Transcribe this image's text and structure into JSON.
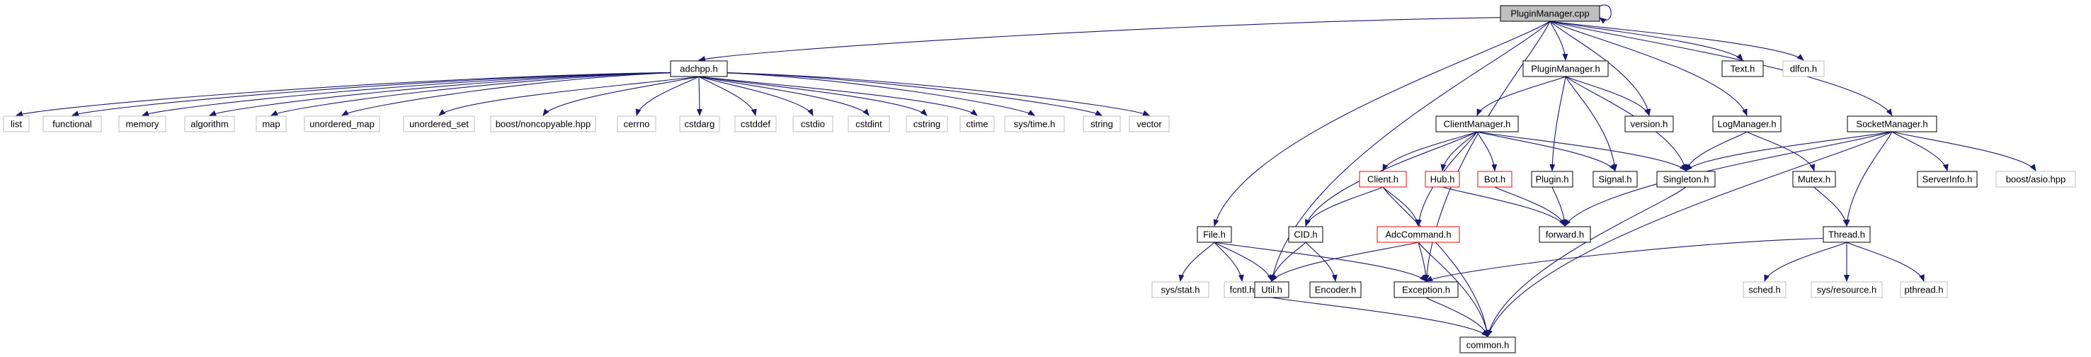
{
  "title": "PluginManager.cpp",
  "colors": {
    "edge": "#191970",
    "border_normal": "#000000",
    "border_external": "#bfbfbf",
    "border_undocumented": "#ff0000",
    "fill_root": "#bfbfbf",
    "fill_normal": "#ffffff",
    "text": "#000000"
  },
  "nodes": [
    {
      "id": "PluginManager_cpp",
      "label": "PluginManager.cpp",
      "kind": "root"
    },
    {
      "id": "adchpp_h",
      "label": "adchpp.h",
      "kind": "normal"
    },
    {
      "id": "list",
      "label": "list",
      "kind": "external"
    },
    {
      "id": "functional",
      "label": "functional",
      "kind": "external"
    },
    {
      "id": "memory",
      "label": "memory",
      "kind": "external"
    },
    {
      "id": "algorithm",
      "label": "algorithm",
      "kind": "external"
    },
    {
      "id": "map",
      "label": "map",
      "kind": "external"
    },
    {
      "id": "unordered_map",
      "label": "unordered_map",
      "kind": "external"
    },
    {
      "id": "unordered_set",
      "label": "unordered_set",
      "kind": "external"
    },
    {
      "id": "boost_noncopyable",
      "label": "boost/noncopyable.hpp",
      "kind": "external"
    },
    {
      "id": "cerrno",
      "label": "cerrno",
      "kind": "external"
    },
    {
      "id": "cstdarg",
      "label": "cstdarg",
      "kind": "external"
    },
    {
      "id": "cstddef",
      "label": "cstddef",
      "kind": "external"
    },
    {
      "id": "cstdio",
      "label": "cstdio",
      "kind": "external"
    },
    {
      "id": "cstdint",
      "label": "cstdint",
      "kind": "external"
    },
    {
      "id": "cstring",
      "label": "cstring",
      "kind": "external"
    },
    {
      "id": "ctime",
      "label": "ctime",
      "kind": "external"
    },
    {
      "id": "sys_time_h",
      "label": "sys/time.h",
      "kind": "external"
    },
    {
      "id": "string",
      "label": "string",
      "kind": "external"
    },
    {
      "id": "vector",
      "label": "vector",
      "kind": "external"
    },
    {
      "id": "PluginManager_h",
      "label": "PluginManager.h",
      "kind": "normal"
    },
    {
      "id": "Text_h",
      "label": "Text.h",
      "kind": "normal"
    },
    {
      "id": "dlfcn_h",
      "label": "dlfcn.h",
      "kind": "external"
    },
    {
      "id": "ClientManager_h",
      "label": "ClientManager.h",
      "kind": "normal"
    },
    {
      "id": "version_h",
      "label": "version.h",
      "kind": "normal"
    },
    {
      "id": "LogManager_h",
      "label": "LogManager.h",
      "kind": "normal"
    },
    {
      "id": "SocketManager_h",
      "label": "SocketManager.h",
      "kind": "normal"
    },
    {
      "id": "Client_h",
      "label": "Client.h",
      "kind": "undocumented"
    },
    {
      "id": "Hub_h",
      "label": "Hub.h",
      "kind": "undocumented"
    },
    {
      "id": "Bot_h",
      "label": "Bot.h",
      "kind": "undocumented"
    },
    {
      "id": "Plugin_h",
      "label": "Plugin.h",
      "kind": "normal"
    },
    {
      "id": "Signal_h",
      "label": "Signal.h",
      "kind": "normal"
    },
    {
      "id": "Singleton_h",
      "label": "Singleton.h",
      "kind": "normal"
    },
    {
      "id": "Mutex_h",
      "label": "Mutex.h",
      "kind": "normal"
    },
    {
      "id": "ServerInfo_h",
      "label": "ServerInfo.h",
      "kind": "normal"
    },
    {
      "id": "boost_asio",
      "label": "boost/asio.hpp",
      "kind": "external"
    },
    {
      "id": "File_h",
      "label": "File.h",
      "kind": "normal"
    },
    {
      "id": "CID_h",
      "label": "CID.h",
      "kind": "normal"
    },
    {
      "id": "AdcCommand_h",
      "label": "AdcCommand.h",
      "kind": "undocumented"
    },
    {
      "id": "forward_h",
      "label": "forward.h",
      "kind": "normal"
    },
    {
      "id": "Thread_h",
      "label": "Thread.h",
      "kind": "normal"
    },
    {
      "id": "sys_stat_h",
      "label": "sys/stat.h",
      "kind": "external"
    },
    {
      "id": "fcntl_h",
      "label": "fcntl.h",
      "kind": "external"
    },
    {
      "id": "Util_h",
      "label": "Util.h",
      "kind": "normal"
    },
    {
      "id": "Encoder_h",
      "label": "Encoder.h",
      "kind": "normal"
    },
    {
      "id": "Exception_h",
      "label": "Exception.h",
      "kind": "normal"
    },
    {
      "id": "sched_h",
      "label": "sched.h",
      "kind": "external"
    },
    {
      "id": "sys_resource_h",
      "label": "sys/resource.h",
      "kind": "external"
    },
    {
      "id": "pthread_h",
      "label": "pthread.h",
      "kind": "external"
    },
    {
      "id": "common_h",
      "label": "common.h",
      "kind": "normal"
    }
  ],
  "edges": [
    [
      "PluginManager_cpp",
      "PluginManager_cpp"
    ],
    [
      "PluginManager_cpp",
      "adchpp_h"
    ],
    [
      "PluginManager_cpp",
      "PluginManager_h"
    ],
    [
      "PluginManager_cpp",
      "Text_h"
    ],
    [
      "PluginManager_cpp",
      "dlfcn_h"
    ],
    [
      "PluginManager_cpp",
      "version_h"
    ],
    [
      "PluginManager_cpp",
      "LogManager_h"
    ],
    [
      "PluginManager_cpp",
      "SocketManager_h"
    ],
    [
      "PluginManager_cpp",
      "File_h"
    ],
    [
      "PluginManager_cpp",
      "Util_h"
    ],
    [
      "PluginManager_cpp",
      "Exception_h"
    ],
    [
      "adchpp_h",
      "list"
    ],
    [
      "adchpp_h",
      "functional"
    ],
    [
      "adchpp_h",
      "memory"
    ],
    [
      "adchpp_h",
      "algorithm"
    ],
    [
      "adchpp_h",
      "map"
    ],
    [
      "adchpp_h",
      "unordered_map"
    ],
    [
      "adchpp_h",
      "unordered_set"
    ],
    [
      "adchpp_h",
      "boost_noncopyable"
    ],
    [
      "adchpp_h",
      "cerrno"
    ],
    [
      "adchpp_h",
      "cstdarg"
    ],
    [
      "adchpp_h",
      "cstddef"
    ],
    [
      "adchpp_h",
      "cstdio"
    ],
    [
      "adchpp_h",
      "cstdint"
    ],
    [
      "adchpp_h",
      "cstring"
    ],
    [
      "adchpp_h",
      "ctime"
    ],
    [
      "adchpp_h",
      "sys_time_h"
    ],
    [
      "adchpp_h",
      "string"
    ],
    [
      "adchpp_h",
      "vector"
    ],
    [
      "PluginManager_h",
      "ClientManager_h"
    ],
    [
      "PluginManager_h",
      "version_h"
    ],
    [
      "PluginManager_h",
      "Plugin_h"
    ],
    [
      "PluginManager_h",
      "Signal_h"
    ],
    [
      "PluginManager_h",
      "Singleton_h"
    ],
    [
      "ClientManager_h",
      "Client_h"
    ],
    [
      "ClientManager_h",
      "Hub_h"
    ],
    [
      "ClientManager_h",
      "Bot_h"
    ],
    [
      "ClientManager_h",
      "Signal_h"
    ],
    [
      "ClientManager_h",
      "Singleton_h"
    ],
    [
      "ClientManager_h",
      "CID_h"
    ],
    [
      "ClientManager_h",
      "AdcCommand_h"
    ],
    [
      "Client_h",
      "CID_h"
    ],
    [
      "Client_h",
      "AdcCommand_h"
    ],
    [
      "Client_h",
      "common_h"
    ],
    [
      "Hub_h",
      "forward_h"
    ],
    [
      "Bot_h",
      "forward_h"
    ],
    [
      "Plugin_h",
      "forward_h"
    ],
    [
      "LogManager_h",
      "Singleton_h"
    ],
    [
      "LogManager_h",
      "Mutex_h"
    ],
    [
      "SocketManager_h",
      "Singleton_h"
    ],
    [
      "SocketManager_h",
      "ServerInfo_h"
    ],
    [
      "SocketManager_h",
      "boost_asio"
    ],
    [
      "SocketManager_h",
      "Thread_h"
    ],
    [
      "SocketManager_h",
      "forward_h"
    ],
    [
      "SocketManager_h",
      "common_h"
    ],
    [
      "Mutex_h",
      "Thread_h"
    ],
    [
      "Thread_h",
      "Exception_h"
    ],
    [
      "Thread_h",
      "sched_h"
    ],
    [
      "Thread_h",
      "sys_resource_h"
    ],
    [
      "Thread_h",
      "pthread_h"
    ],
    [
      "Singleton_h",
      "common_h"
    ],
    [
      "File_h",
      "sys_stat_h"
    ],
    [
      "File_h",
      "fcntl_h"
    ],
    [
      "File_h",
      "Util_h"
    ],
    [
      "File_h",
      "Exception_h"
    ],
    [
      "CID_h",
      "Util_h"
    ],
    [
      "CID_h",
      "Encoder_h"
    ],
    [
      "AdcCommand_h",
      "Util_h"
    ],
    [
      "AdcCommand_h",
      "Exception_h"
    ],
    [
      "AdcCommand_h",
      "common_h"
    ],
    [
      "Util_h",
      "common_h"
    ],
    [
      "Exception_h",
      "common_h"
    ]
  ]
}
